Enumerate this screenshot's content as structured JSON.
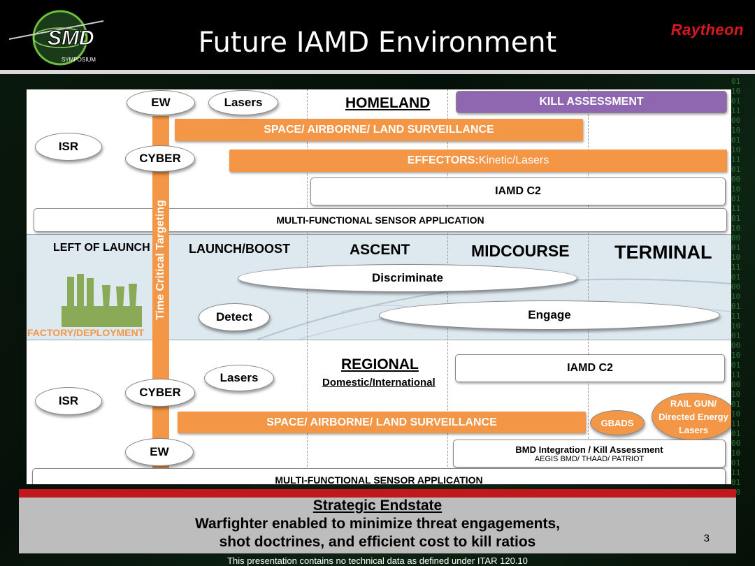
{
  "header": {
    "title": "Future IAMD Environment",
    "brand": "Raytheon",
    "logo_text": "SMD",
    "logo_subtext": "SYMPOSIUM"
  },
  "top": {
    "ew": "EW",
    "lasers": "Lasers",
    "homeland": "HOMELAND",
    "kill_assessment": "KILL ASSESSMENT",
    "isr": "ISR",
    "cyber": "CYBER",
    "surveillance": "SPACE/ AIRBORNE/ LAND SURVEILLANCE",
    "effectors_prefix": "EFFECTORS:",
    "effectors_suffix": " Kinetic/Lasers",
    "iamd_c2": "IAMD C2",
    "mfsa": "MULTI-FUNCTIONAL SENSOR APPLICATION"
  },
  "middle": {
    "left_of_launch": "LEFT OF LAUNCH",
    "launch_boost": "LAUNCH/BOOST",
    "ascent": "ASCENT",
    "midcourse": "MIDCOURSE",
    "terminal": "TERMINAL",
    "discriminate": "Discriminate",
    "detect": "Detect",
    "engage": "Engage",
    "factory": "FACTORY/DEPLOYMENT",
    "time_critical": "Time Critical Targeting"
  },
  "bottom": {
    "lasers": "Lasers",
    "regional": "REGIONAL",
    "domestic": "Domestic/International",
    "iamd_c2": "IAMD C2",
    "cyber": "CYBER",
    "isr": "ISR",
    "surveillance": "SPACE/ AIRBORNE/ LAND SURVEILLANCE",
    "gbads": "GBADS",
    "railgun_1": "RAIL GUN/",
    "railgun_2": "Directed Energy",
    "railgun_3": "Lasers",
    "ew": "EW",
    "bmd_title": "BMD Integration / Kill Assessment",
    "bmd_sub": "AEGIS BMD/ THAAD/ PATRIOT",
    "mfsa": "MULTI-FUNCTIONAL SENSOR APPLICATION"
  },
  "endstate": {
    "heading": "Strategic Endstate",
    "line1": "Warfighter enabled to minimize threat engagements,",
    "line2": "shot doctrines, and efficient cost to kill ratios",
    "page": "3"
  },
  "footer": "This presentation contains no technical data as defined under ITAR 120.10",
  "colors": {
    "orange": "#f39646",
    "purple": "#8e67b0",
    "red": "#c0181c",
    "green": "#8aaa57"
  }
}
